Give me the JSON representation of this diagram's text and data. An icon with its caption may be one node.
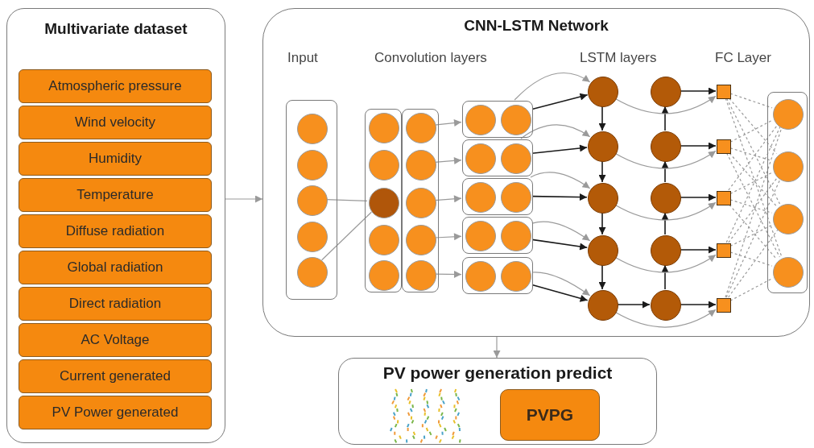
{
  "diagram": {
    "nodes": [
      {
        "text": [
          "Multivariate dataset"
        ]
      },
      {
        "text": [
          "Atmospheric pressure"
        ],
        "in": 0
      },
      {
        "text": [
          "Wind velocity"
        ],
        "in": 0
      },
      {
        "text": [
          "Humidity"
        ],
        "in": 0
      },
      {
        "text": [
          "Temperature"
        ],
        "in": 0
      },
      {
        "text": [
          "Diffuse radiation"
        ],
        "in": 0
      },
      {
        "text": [
          "Global radiation"
        ],
        "in": 0
      },
      {
        "text": [
          "Direct radiation"
        ],
        "in": 0
      },
      {
        "text": [
          "AC Voltage"
        ],
        "in": 0
      },
      {
        "text": [
          "Current generated"
        ],
        "in": 0
      },
      {
        "text": [
          "PV Power generated"
        ],
        "in": 0
      },
      {
        "text": [
          "CNN-LSTM Network"
        ]
      },
      {
        "text": [],
        "shape": "box",
        "in": 11
      },
      {
        "text": [],
        "shape": "circle",
        "in": 12
      },
      {
        "text": [],
        "shape": "circle",
        "in": 12
      },
      {
        "text": [],
        "shape": "circle",
        "in": 12
      },
      {
        "text": [],
        "shape": "circle",
        "in": 12
      },
      {
        "text": [],
        "shape": "circle",
        "in": 12
      },
      {
        "text": [],
        "shape": "box",
        "in": 11
      },
      {
        "text": [],
        "shape": "circle",
        "in": 18
      },
      {
        "text": [],
        "shape": "circle",
        "in": 18
      },
      {
        "text": [],
        "shape": "circle",
        "in": 18
      },
      {
        "text": [],
        "shape": "circle",
        "in": 18
      },
      {
        "text": [],
        "shape": "circle",
        "in": 18
      },
      {
        "text": [],
        "shape": "box",
        "in": 11
      },
      {
        "text": [],
        "shape": "circle",
        "in": 24
      },
      {
        "text": [],
        "shape": "circle",
        "in": 24
      },
      {
        "text": [],
        "shape": "circle",
        "in": 24
      },
      {
        "text": [],
        "shape": "circle",
        "in": 24
      },
      {
        "text": [],
        "shape": "circle",
        "in": 24
      },
      {
        "text": [],
        "shape": "box",
        "in": 11
      },
      {
        "text": [],
        "shape": "circle",
        "in": 30
      },
      {
        "text": [],
        "shape": "circle",
        "in": 30
      },
      {
        "text": [],
        "shape": "box",
        "in": 11
      },
      {
        "text": [],
        "shape": "circle",
        "in": 33
      },
      {
        "text": [],
        "shape": "circle",
        "in": 33
      },
      {
        "text": [],
        "shape": "box",
        "in": 11
      },
      {
        "text": [],
        "shape": "circle",
        "in": 36
      },
      {
        "text": [],
        "shape": "circle",
        "in": 36
      },
      {
        "text": [],
        "shape": "box",
        "in": 11
      },
      {
        "text": [],
        "shape": "circle",
        "in": 39
      },
      {
        "text": [],
        "shape": "circle",
        "in": 39
      },
      {
        "text": [],
        "shape": "box",
        "in": 11
      },
      {
        "text": [],
        "shape": "circle",
        "in": 42
      },
      {
        "text": [],
        "shape": "circle",
        "in": 42
      },
      {
        "text": [],
        "shape": "circle",
        "in": 11
      },
      {
        "text": [],
        "shape": "circle",
        "in": 11
      },
      {
        "text": [],
        "shape": "circle",
        "in": 11
      },
      {
        "text": [],
        "shape": "circle",
        "in": 11
      },
      {
        "text": [],
        "shape": "circle",
        "in": 11
      },
      {
        "text": [],
        "shape": "circle",
        "in": 11
      },
      {
        "text": [],
        "shape": "circle",
        "in": 11
      },
      {
        "text": [],
        "shape": "circle",
        "in": 11
      },
      {
        "text": [],
        "shape": "circle",
        "in": 11
      },
      {
        "text": [],
        "shape": "circle",
        "in": 11
      },
      {
        "text": [],
        "shape": "box",
        "in": 11
      },
      {
        "text": [],
        "shape": "box",
        "in": 11
      },
      {
        "text": [],
        "shape": "box",
        "in": 11
      },
      {
        "text": [],
        "shape": "box",
        "in": 11
      },
      {
        "text": [],
        "shape": "box",
        "in": 11
      },
      {
        "text": [],
        "shape": "box",
        "in": 11
      },
      {
        "text": [],
        "shape": "circle",
        "in": 60
      },
      {
        "text": [],
        "shape": "circle",
        "in": 60
      },
      {
        "text": [],
        "shape": "circle",
        "in": 60
      },
      {
        "text": [],
        "shape": "circle",
        "in": 60
      },
      {
        "text": [
          "PV power generation predict"
        ]
      },
      {
        "text": [
          "PVPG"
        ],
        "in": 65
      }
    ],
    "edges": [
      {
        "from": 0,
        "to": 11,
        "arrow": "to"
      },
      {
        "from": 11,
        "to": 65,
        "arrow": "to"
      },
      {
        "from": 15,
        "to": 21,
        "arrow": "none"
      },
      {
        "from": 17,
        "to": 21,
        "arrow": "none"
      },
      {
        "from": 25,
        "to": 30,
        "arrow": "to"
      },
      {
        "from": 26,
        "to": 33,
        "arrow": "to"
      },
      {
        "from": 27,
        "to": 36,
        "arrow": "to"
      },
      {
        "from": 28,
        "to": 39,
        "arrow": "to"
      },
      {
        "from": 29,
        "to": 42,
        "arrow": "to"
      },
      {
        "from": 30,
        "to": 45,
        "arrow": "to",
        "color": "#1a1a1a"
      },
      {
        "from": 33,
        "to": 46,
        "arrow": "to",
        "color": "#1a1a1a"
      },
      {
        "from": 36,
        "to": 47,
        "arrow": "to",
        "color": "#1a1a1a"
      },
      {
        "from": 39,
        "to": 48,
        "arrow": "to",
        "color": "#1a1a1a"
      },
      {
        "from": 42,
        "to": 49,
        "arrow": "to",
        "color": "#1a1a1a"
      },
      {
        "from": 30,
        "to": 45,
        "arrow": "to"
      },
      {
        "from": 33,
        "to": 46,
        "arrow": "to"
      },
      {
        "from": 36,
        "to": 47,
        "arrow": "to"
      },
      {
        "from": 39,
        "to": 48,
        "arrow": "to"
      },
      {
        "from": 42,
        "to": 49,
        "arrow": "to"
      },
      {
        "from": 45,
        "to": 46,
        "arrow": "to",
        "color": "#1a1a1a"
      },
      {
        "from": 46,
        "to": 47,
        "arrow": "to",
        "color": "#1a1a1a"
      },
      {
        "from": 47,
        "to": 48,
        "arrow": "to",
        "color": "#1a1a1a"
      },
      {
        "from": 48,
        "to": 49,
        "arrow": "to",
        "color": "#1a1a1a"
      },
      {
        "from": 49,
        "to": 54,
        "arrow": "to",
        "color": "#1a1a1a"
      },
      {
        "from": 54,
        "to": 53,
        "arrow": "to",
        "color": "#1a1a1a"
      },
      {
        "from": 53,
        "to": 52,
        "arrow": "to",
        "color": "#1a1a1a"
      },
      {
        "from": 52,
        "to": 51,
        "arrow": "to",
        "color": "#1a1a1a"
      },
      {
        "from": 51,
        "to": 50,
        "arrow": "to",
        "color": "#1a1a1a"
      },
      {
        "from": 50,
        "to": 55,
        "arrow": "to",
        "color": "#1a1a1a"
      },
      {
        "from": 51,
        "to": 56,
        "arrow": "to",
        "color": "#1a1a1a"
      },
      {
        "from": 52,
        "to": 57,
        "arrow": "to",
        "color": "#1a1a1a"
      },
      {
        "from": 53,
        "to": 58,
        "arrow": "to",
        "color": "#1a1a1a"
      },
      {
        "from": 54,
        "to": 59,
        "arrow": "to",
        "color": "#1a1a1a"
      },
      {
        "from": 45,
        "to": 55,
        "arrow": "to"
      },
      {
        "from": 46,
        "to": 56,
        "arrow": "to"
      },
      {
        "from": 47,
        "to": 57,
        "arrow": "to"
      },
      {
        "from": 48,
        "to": 58,
        "arrow": "to"
      },
      {
        "from": 49,
        "to": 59,
        "arrow": "to"
      },
      {
        "from": 55,
        "to": 61,
        "arrow": "none",
        "style": "dashed"
      },
      {
        "from": 55,
        "to": 62,
        "arrow": "none",
        "style": "dashed"
      },
      {
        "from": 55,
        "to": 63,
        "arrow": "none",
        "style": "dashed"
      },
      {
        "from": 55,
        "to": 64,
        "arrow": "none",
        "style": "dashed"
      },
      {
        "from": 56,
        "to": 61,
        "arrow": "none",
        "style": "dashed"
      },
      {
        "from": 56,
        "to": 62,
        "arrow": "none",
        "style": "dashed"
      },
      {
        "from": 56,
        "to": 63,
        "arrow": "none",
        "style": "dashed"
      },
      {
        "from": 56,
        "to": 64,
        "arrow": "none",
        "style": "dashed"
      },
      {
        "from": 57,
        "to": 61,
        "arrow": "none",
        "style": "dashed"
      },
      {
        "from": 57,
        "to": 62,
        "arrow": "none",
        "style": "dashed"
      },
      {
        "from": 57,
        "to": 63,
        "arrow": "none",
        "style": "dashed"
      },
      {
        "from": 57,
        "to": 64,
        "arrow": "none",
        "style": "dashed"
      },
      {
        "from": 58,
        "to": 61,
        "arrow": "none",
        "style": "dashed"
      },
      {
        "from": 58,
        "to": 62,
        "arrow": "none",
        "style": "dashed"
      },
      {
        "from": 58,
        "to": 63,
        "arrow": "none",
        "style": "dashed"
      },
      {
        "from": 58,
        "to": 64,
        "arrow": "none",
        "style": "dashed"
      },
      {
        "from": 59,
        "to": 61,
        "arrow": "none",
        "style": "dashed"
      },
      {
        "from": 59,
        "to": 62,
        "arrow": "none",
        "style": "dashed"
      },
      {
        "from": 59,
        "to": 63,
        "arrow": "none",
        "style": "dashed"
      },
      {
        "from": 59,
        "to": 64,
        "arrow": "none",
        "style": "dashed"
      }
    ],
    "labels": [
      "Input",
      "Convolution layers",
      "LSTM layers",
      "FC Layer"
    ]
  }
}
